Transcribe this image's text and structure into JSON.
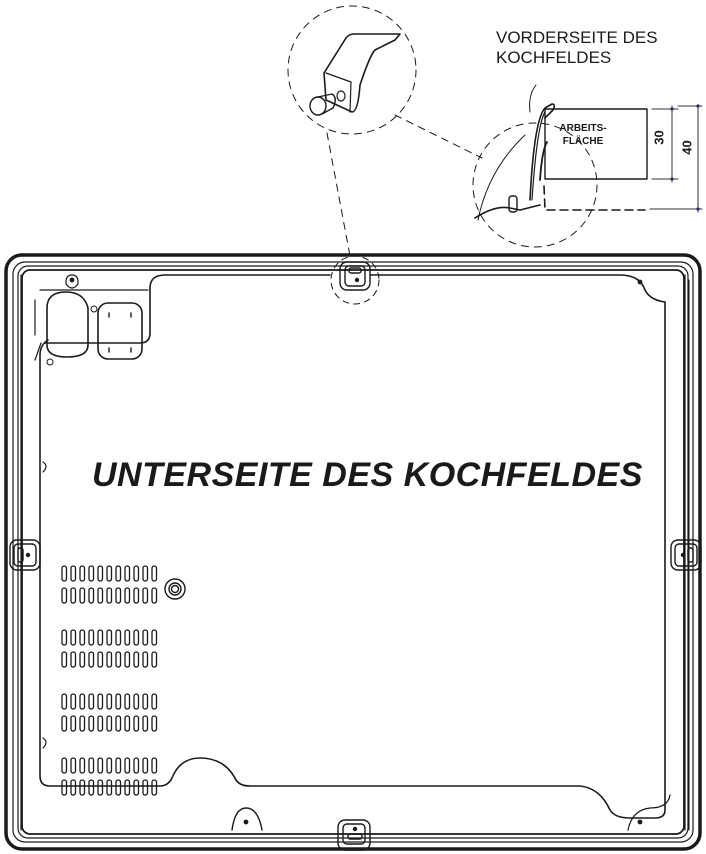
{
  "diagram": {
    "title": "UNTERSEITE DES KOCHFELDES",
    "detail_labels": {
      "front_side_line1": "VORDERSEITE DES",
      "front_side_line2": "KOCHFELDES",
      "worktop_line1": "ARBEITS-",
      "worktop_line2": "FLÄCHE"
    },
    "dimensions": {
      "inner": "30",
      "outer": "40"
    },
    "vent_groups": 4,
    "vent_rows_per_group": 2,
    "vent_slots_per_row": 11,
    "colors": {
      "line": "#1a1a1a",
      "background": "#ffffff",
      "dimension_marker": "#2a2a6a"
    }
  }
}
